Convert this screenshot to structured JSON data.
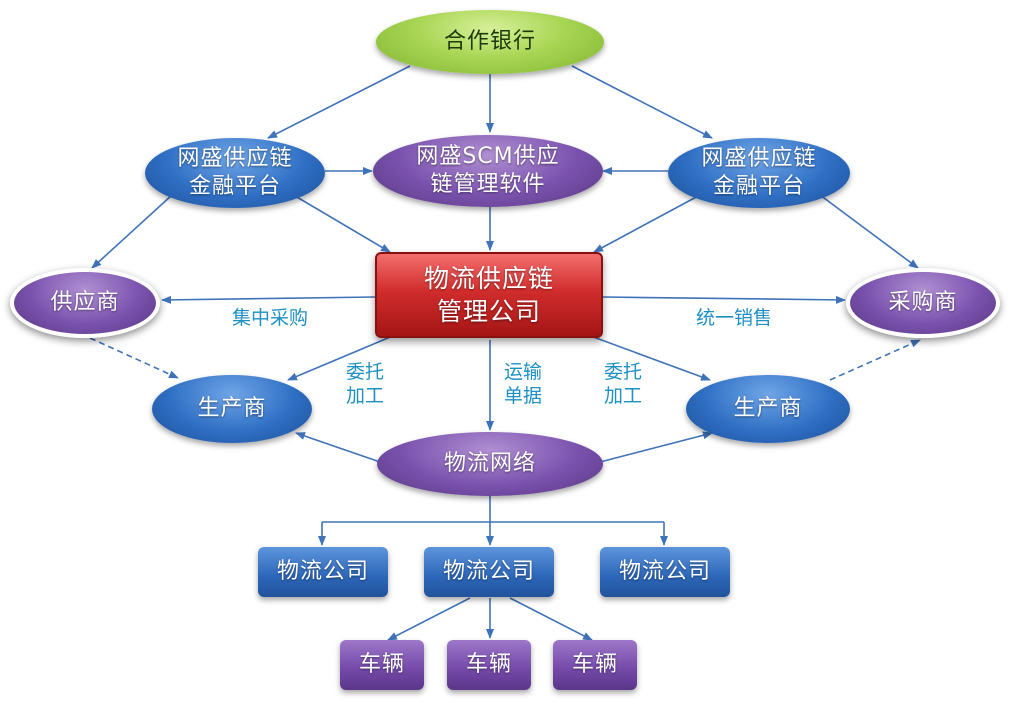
{
  "nodes": {
    "bank": "合作银行",
    "finance_left": "网盛供应链\n金融平台",
    "scm": "网盛SCM供应\n链管理软件",
    "finance_right": "网盛供应链\n金融平台",
    "logistics_mgmt": "物流供应链\n管理公司",
    "supplier": "供应商",
    "buyer": "采购商",
    "producer_left": "生产商",
    "producer_right": "生产商",
    "network": "物流网络",
    "company_1": "物流公司",
    "company_2": "物流公司",
    "company_3": "物流公司",
    "vehicle_1": "车辆",
    "vehicle_2": "车辆",
    "vehicle_3": "车辆"
  },
  "labels": {
    "central_purchase": "集中采购",
    "unified_sales": "统一销售",
    "outsourcing_left": "委托\n加工",
    "transport_docs": "运输\n单据",
    "outsourcing_right": "委托\n加工"
  },
  "colors": {
    "arrow": "#3f73b9",
    "label_text": "#1e90c4",
    "green": "#a9d655",
    "blue": "#2f6fc4",
    "purple": "#7a52ae",
    "red": "#d12d2d"
  }
}
